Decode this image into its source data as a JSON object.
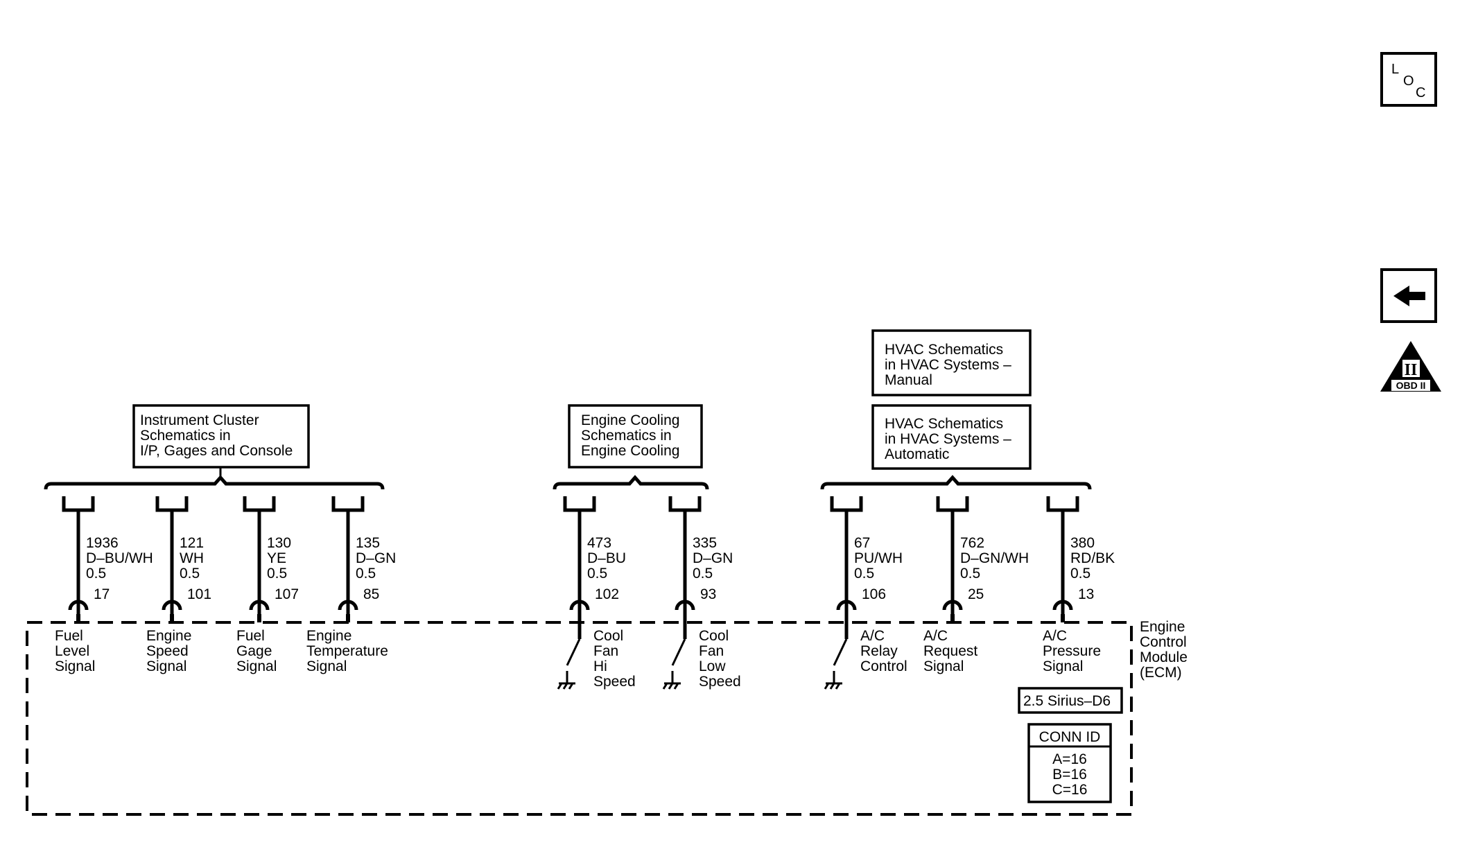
{
  "refs": {
    "instrument_cluster": [
      "Instrument Cluster",
      "Schematics in",
      "I/P, Gages and Console"
    ],
    "engine_cooling": [
      "Engine Cooling",
      "Schematics in",
      "Engine Cooling"
    ],
    "hvac_manual": [
      "HVAC Schematics",
      "in HVAC Systems –",
      "Manual"
    ],
    "hvac_automatic": [
      "HVAC Schematics",
      "in HVAC Systems –",
      "Automatic"
    ]
  },
  "circuits": [
    {
      "circuit": "1936",
      "color": "D–BU/WH",
      "size": "0.5",
      "pin": "17",
      "label": [
        "Fuel",
        "Level",
        "Signal"
      ]
    },
    {
      "circuit": "121",
      "color": "WH",
      "size": "0.5",
      "pin": "101",
      "label": [
        "Engine",
        "Speed",
        "Signal"
      ]
    },
    {
      "circuit": "130",
      "color": "YE",
      "size": "0.5",
      "pin": "107",
      "label": [
        "Fuel",
        "Gage",
        "Signal"
      ]
    },
    {
      "circuit": "135",
      "color": "D–GN",
      "size": "0.5",
      "pin": "85",
      "label": [
        "Engine",
        "Temperature",
        "Signal"
      ]
    },
    {
      "circuit": "473",
      "color": "D–BU",
      "size": "0.5",
      "pin": "102",
      "label": [
        "Cool",
        "Fan",
        "Hi",
        "Speed"
      ]
    },
    {
      "circuit": "335",
      "color": "D–GN",
      "size": "0.5",
      "pin": "93",
      "label": [
        "Cool",
        "Fan",
        "Low",
        "Speed"
      ]
    },
    {
      "circuit": "67",
      "color": "PU/WH",
      "size": "0.5",
      "pin": "106",
      "label": [
        "A/C",
        "Relay",
        "Control"
      ]
    },
    {
      "circuit": "762",
      "color": "D–GN/WH",
      "size": "0.5",
      "pin": "25",
      "label": [
        "A/C",
        "Request",
        "Signal"
      ]
    },
    {
      "circuit": "380",
      "color": "RD/BK",
      "size": "0.5",
      "pin": "13",
      "label": [
        "A/C",
        "Pressure",
        "Signal"
      ]
    }
  ],
  "module": {
    "name": [
      "Engine",
      "Control",
      "Module",
      "(ECM)"
    ],
    "connector": "2.5 Sirius–D6"
  },
  "conn_id": {
    "title": "CONN ID",
    "rows": [
      "A=16",
      "B=16",
      "C=16"
    ]
  },
  "icons": {
    "loc": [
      "L",
      "O",
      "C"
    ],
    "back": "back-arrow-icon",
    "obd": [
      "II",
      "OBD II"
    ]
  }
}
